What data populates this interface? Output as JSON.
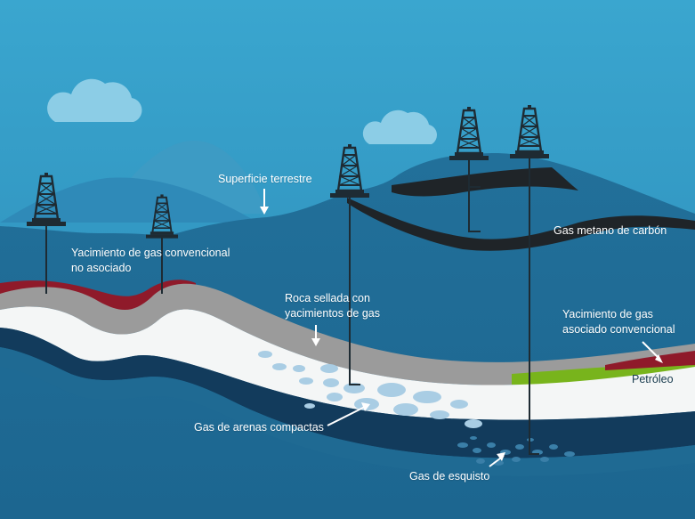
{
  "labels": {
    "surface": "Superficie terrestre",
    "conventional_non_associated": [
      "Yacimiento de gas convencional",
      "no asociado"
    ],
    "coalbed_methane": "Gas metano de carbón",
    "sealed_rock": [
      "Roca sellada con",
      "yacimientos de gas"
    ],
    "conventional_associated": [
      "Yacimiento de gas",
      "asociado convencional"
    ],
    "oil": "Petróleo",
    "tight_sands": "Gas de arenas compactas",
    "shale": "Gas de esquisto"
  },
  "colors": {
    "sky_top": "#3aa3cc",
    "sky_bottom": "#2a86b3",
    "ground": "#1f6a93",
    "cloud": "#8ccde6",
    "rig": "#1e2b33",
    "cap_rock": "#9b9b9b",
    "reservoir_sand": "#f4f6f6",
    "oil_green": "#78b41c",
    "gas_red": "#8f1a2a",
    "deep_shale": "#123b5c",
    "coal": "#1f2428",
    "gas_bubbles": "#a9cde4",
    "label_text": "#ffffff"
  }
}
